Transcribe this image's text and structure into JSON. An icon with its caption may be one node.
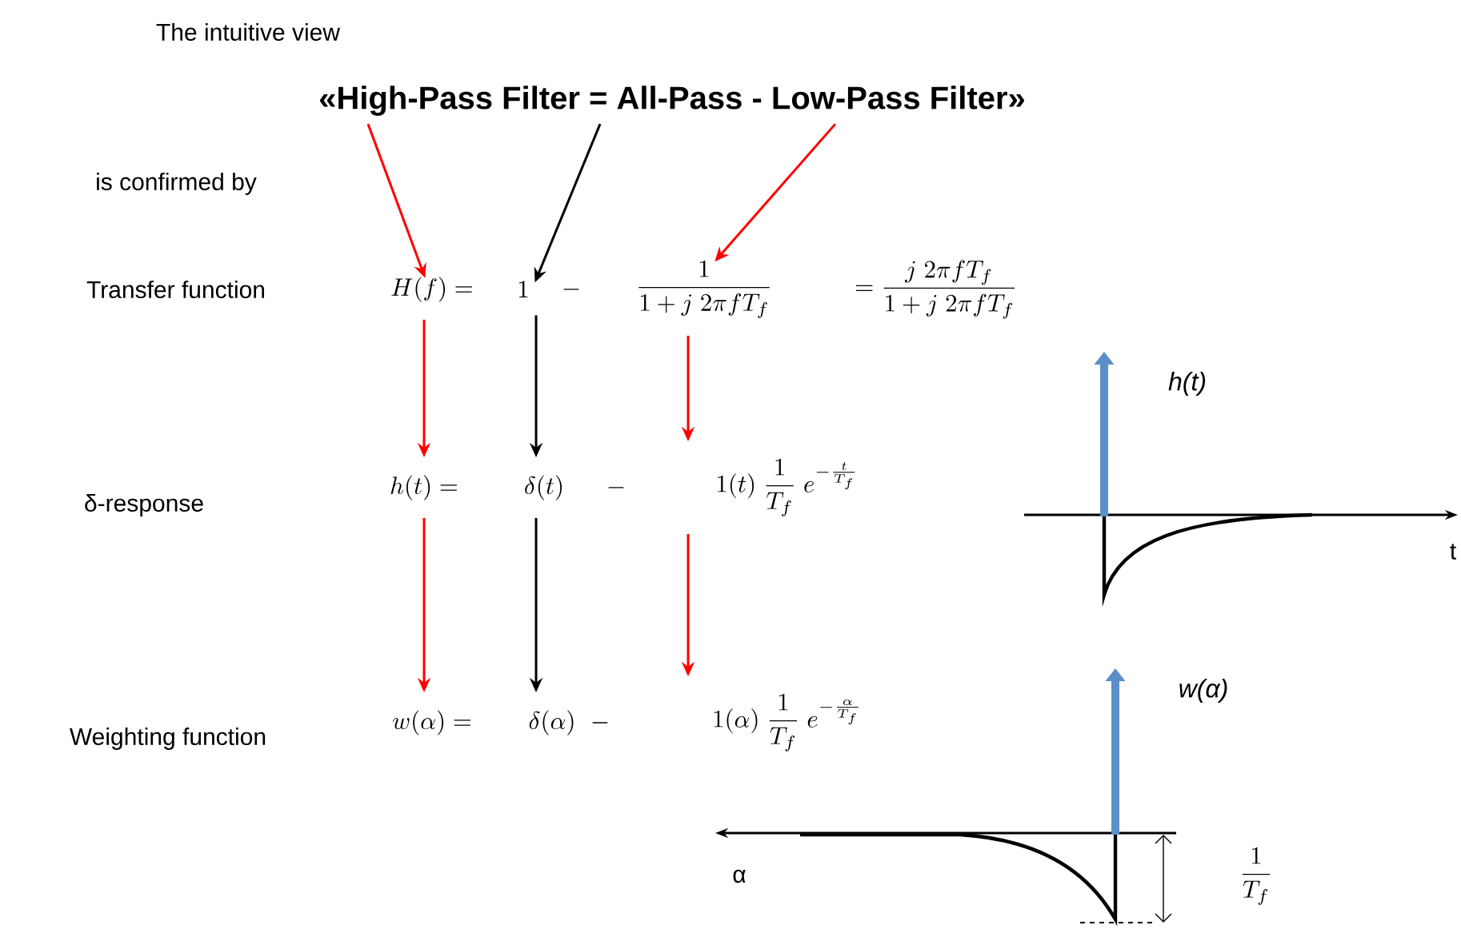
{
  "diagram": {
    "nodes": [
      {
        "text": [
          "«High-Pass Filter  =  All-Pass  -  Low-Pass Filter»"
        ]
      },
      {
        "text": [
          "H(f) ="
        ]
      },
      {
        "text": [
          "1"
        ]
      },
      {
        "text": [
          "\\frac{1}{1+j\\ 2\\pi f T_f}"
        ]
      },
      {
        "text": [
          "h(t) ="
        ]
      },
      {
        "text": [
          "\\delta(t)"
        ]
      },
      {
        "text": [
          "1(t)\\ \\frac{1}{T_f}\\ e^{-\\frac{t}{T_f}}"
        ]
      },
      {
        "text": [
          "w(\\alpha) ="
        ]
      },
      {
        "text": [
          "\\delta(\\alpha)"
        ]
      },
      {
        "text": [
          "1(\\alpha)\\ \\frac{1}{T_f}\\ e^{-\\frac{\\alpha}{T_f}}"
        ]
      }
    ],
    "edges": [
      {
        "from": 0,
        "to": 1,
        "arrow": "to"
      },
      {
        "from": 0,
        "to": 2,
        "arrow": "to",
        "color": "#000000"
      },
      {
        "from": 0,
        "to": 3,
        "arrow": "to"
      },
      {
        "from": 1,
        "to": 4,
        "arrow": "to"
      },
      {
        "from": 2,
        "to": 5,
        "arrow": "to",
        "color": "#000000"
      },
      {
        "from": 3,
        "to": 6,
        "arrow": "to"
      },
      {
        "from": 4,
        "to": 7,
        "arrow": "to"
      },
      {
        "from": 5,
        "to": 8,
        "arrow": "to",
        "color": "#000000"
      },
      {
        "from": 6,
        "to": 9,
        "arrow": "to"
      }
    ],
    "labels": [
      "The intuitive view",
      "is confirmed by",
      "Transfer function",
      "-",
      "= \\frac{j\\ 2\\pi f T_f}{1+j\\ 2\\pi f T_f}",
      "δ-response",
      "-",
      "Weighting function",
      "-",
      "h(t)",
      "t",
      "w(α)",
      "α",
      "\\frac{1}{T_f}"
    ]
  }
}
